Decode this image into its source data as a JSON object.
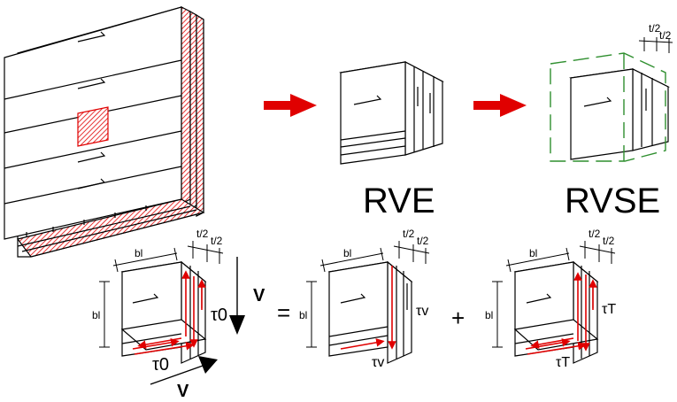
{
  "labels": {
    "rve": "RVE",
    "rvse": "RVSE",
    "half_t": "t/2",
    "width_b": "bl",
    "shear_v": "V",
    "tau_0": "τ0",
    "tau_v": "τv",
    "tau_t": "τT",
    "equals": "=",
    "plus": "+"
  },
  "colors": {
    "arrow_red": "#e00000",
    "hatch_red": "#e00000",
    "dashed_green": "#2f8f2f",
    "line": "#000000"
  }
}
